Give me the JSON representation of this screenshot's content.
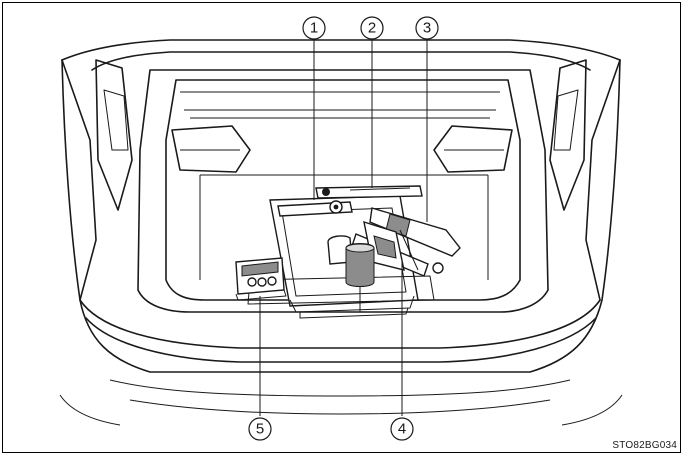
{
  "diagram": {
    "callouts": [
      {
        "id": 1,
        "label": "1"
      },
      {
        "id": 2,
        "label": "2"
      },
      {
        "id": 3,
        "label": "3"
      },
      {
        "id": 4,
        "label": "4"
      },
      {
        "id": 5,
        "label": "5"
      }
    ],
    "reference_code": "STO82BG034"
  }
}
